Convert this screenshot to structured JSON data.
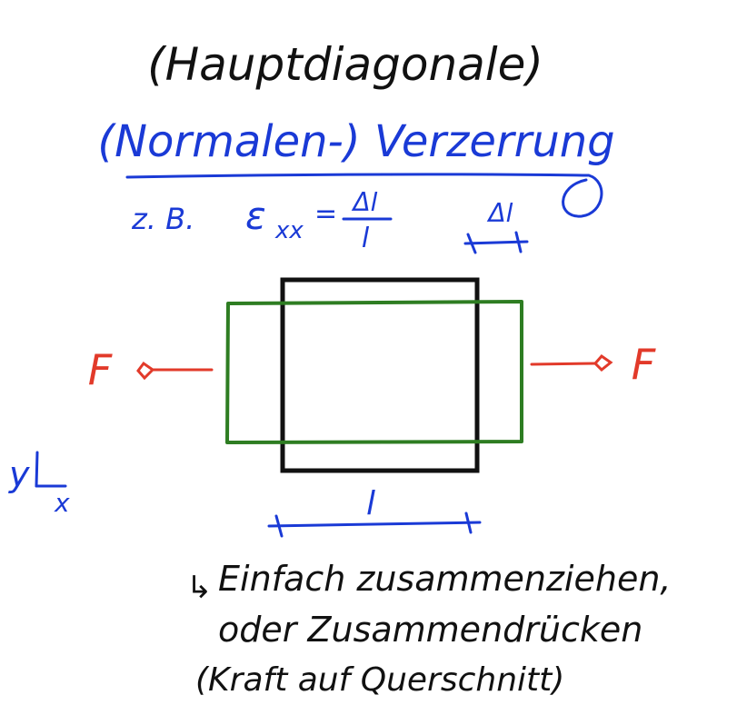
{
  "heading": {
    "subtitle": "(Hauptdiagonale)",
    "title": "(Normalen-) Verzerrung",
    "example_prefix": "z. B.",
    "formula_lhs": "ε",
    "formula_subscript": "xx",
    "formula_equals": "=",
    "formula_numerator": "Δl",
    "formula_denominator": "l",
    "delta_label": "Δl"
  },
  "diagram": {
    "force_left_label": "F",
    "force_right_label": "F",
    "length_label": "l",
    "axis_y_label": "y",
    "axis_x_label": "x",
    "colors": {
      "original_square": "#111111",
      "deformed_rect": "#2e7d22",
      "force": "#e23a2a",
      "annotation": "#1a3ad6",
      "note": "#111111"
    }
  },
  "note": {
    "arrow": "↳",
    "line1": "Einfach zusammenziehen,",
    "line2": "oder Zusammendrücken",
    "line3": "(Kraft auf Querschnitt)"
  }
}
